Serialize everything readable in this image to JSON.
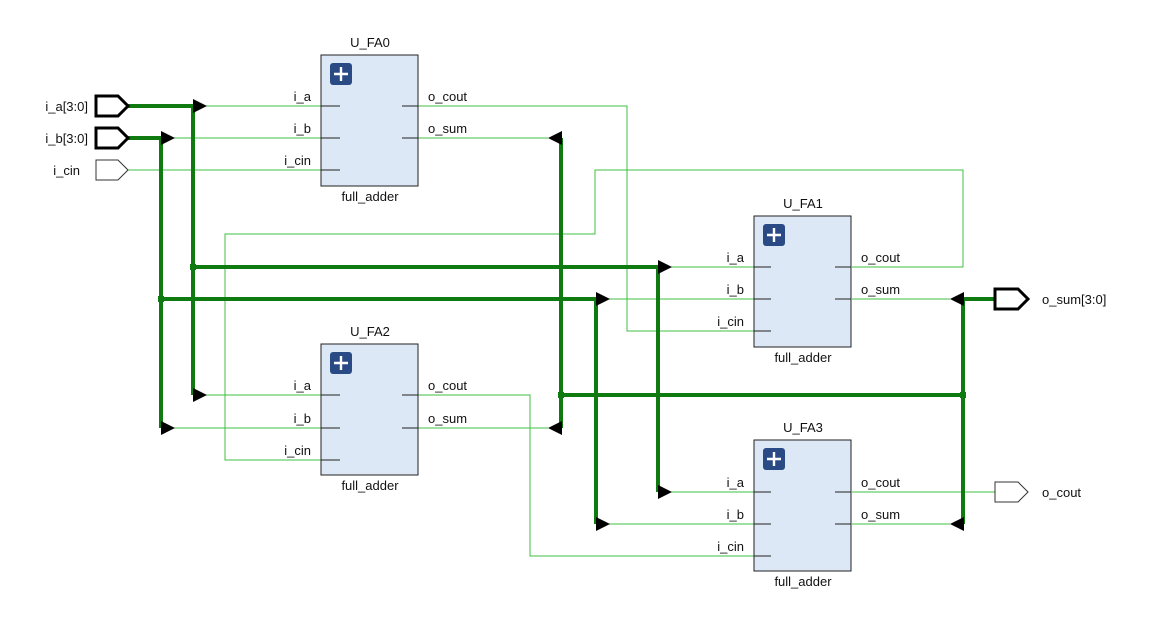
{
  "schematic": {
    "ports": {
      "i_a": "i_a[3:0]",
      "i_b": "i_b[3:0]",
      "i_cin": "i_cin",
      "o_sum": "o_sum[3:0]",
      "o_cout": "o_cout"
    },
    "instances": [
      {
        "name": "U_FA0",
        "type": "full_adder",
        "pins": {
          "a": "i_a",
          "b": "i_b",
          "cin": "i_cin",
          "cout": "o_cout",
          "sum": "o_sum"
        }
      },
      {
        "name": "U_FA1",
        "type": "full_adder",
        "pins": {
          "a": "i_a",
          "b": "i_b",
          "cin": "i_cin",
          "cout": "o_cout",
          "sum": "o_sum"
        }
      },
      {
        "name": "U_FA2",
        "type": "full_adder",
        "pins": {
          "a": "i_a",
          "b": "i_b",
          "cin": "i_cin",
          "cout": "o_cout",
          "sum": "o_sum"
        }
      },
      {
        "name": "U_FA3",
        "type": "full_adder",
        "pins": {
          "a": "i_a",
          "b": "i_b",
          "cin": "i_cin",
          "cout": "o_cout",
          "sum": "o_sum"
        }
      }
    ],
    "colors": {
      "block_fill": "#dde8f6",
      "net_thin": "#3fbf3f",
      "net_bus": "#0f7a0f",
      "expand_icon": "#2a4a85"
    }
  }
}
